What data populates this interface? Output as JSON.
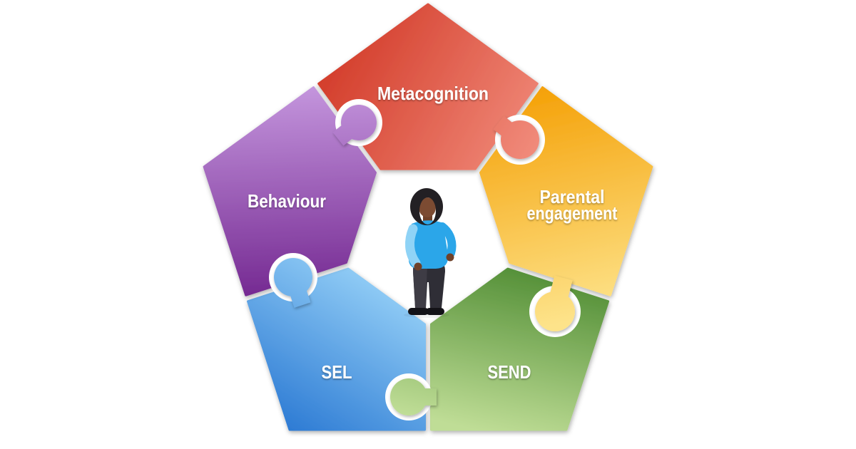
{
  "diagram": {
    "type": "puzzle-pentagon",
    "background_color": "#ffffff",
    "label_text_color": "#ffffff",
    "pieces": [
      {
        "id": "metacognition",
        "label": "Metacognition",
        "position": "top",
        "color_start": "#d23a28",
        "color_end": "#f39181"
      },
      {
        "id": "parental-engagement",
        "label": "Parental engagement",
        "label_line1": "Parental",
        "label_line2": "engagement",
        "position": "upper-right",
        "color_start": "#f49d00",
        "color_end": "#fde38a"
      },
      {
        "id": "send",
        "label": "SEND",
        "position": "lower-right",
        "color_start": "#4f8c33",
        "color_end": "#bfdd96"
      },
      {
        "id": "sel",
        "label": "SEL",
        "position": "lower-left",
        "color_start": "#2b79d3",
        "color_end": "#8fcbf5"
      },
      {
        "id": "behaviour",
        "label": "Behaviour",
        "position": "upper-left",
        "color_start": "#c394dc",
        "color_end": "#732790"
      }
    ],
    "center_figure": {
      "name": "standing-person",
      "hair_color": "#232024",
      "skin_color": "#7c4b32",
      "hand_color": "#6f4129",
      "shirt_color": "#2ba6e9",
      "sleeve_highlight_color": "#8fd3f6",
      "pants_color": "#2f2e36",
      "pants_highlight_color": "#403e47",
      "shoe_color": "#131217"
    }
  }
}
